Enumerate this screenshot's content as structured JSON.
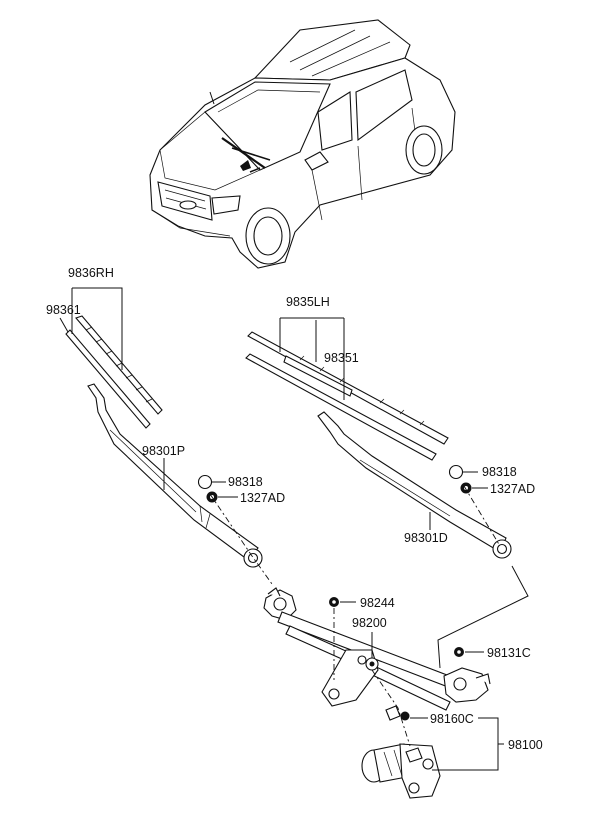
{
  "labels": {
    "blade_rh": "9836RH",
    "refill_rh": "98361",
    "arm_rh": "98301P",
    "cap_rh": "98318",
    "nut_rh": "1327AD",
    "blade_lh": "9835LH",
    "refill_lh": "98351",
    "arm_lh": "98301D",
    "cap_lh": "98318",
    "nut_lh": "1327AD",
    "nut_linkage": "98244",
    "linkage": "98200",
    "nut_pivot": "98131C",
    "bolt_motor": "98160C",
    "motor": "98100"
  }
}
